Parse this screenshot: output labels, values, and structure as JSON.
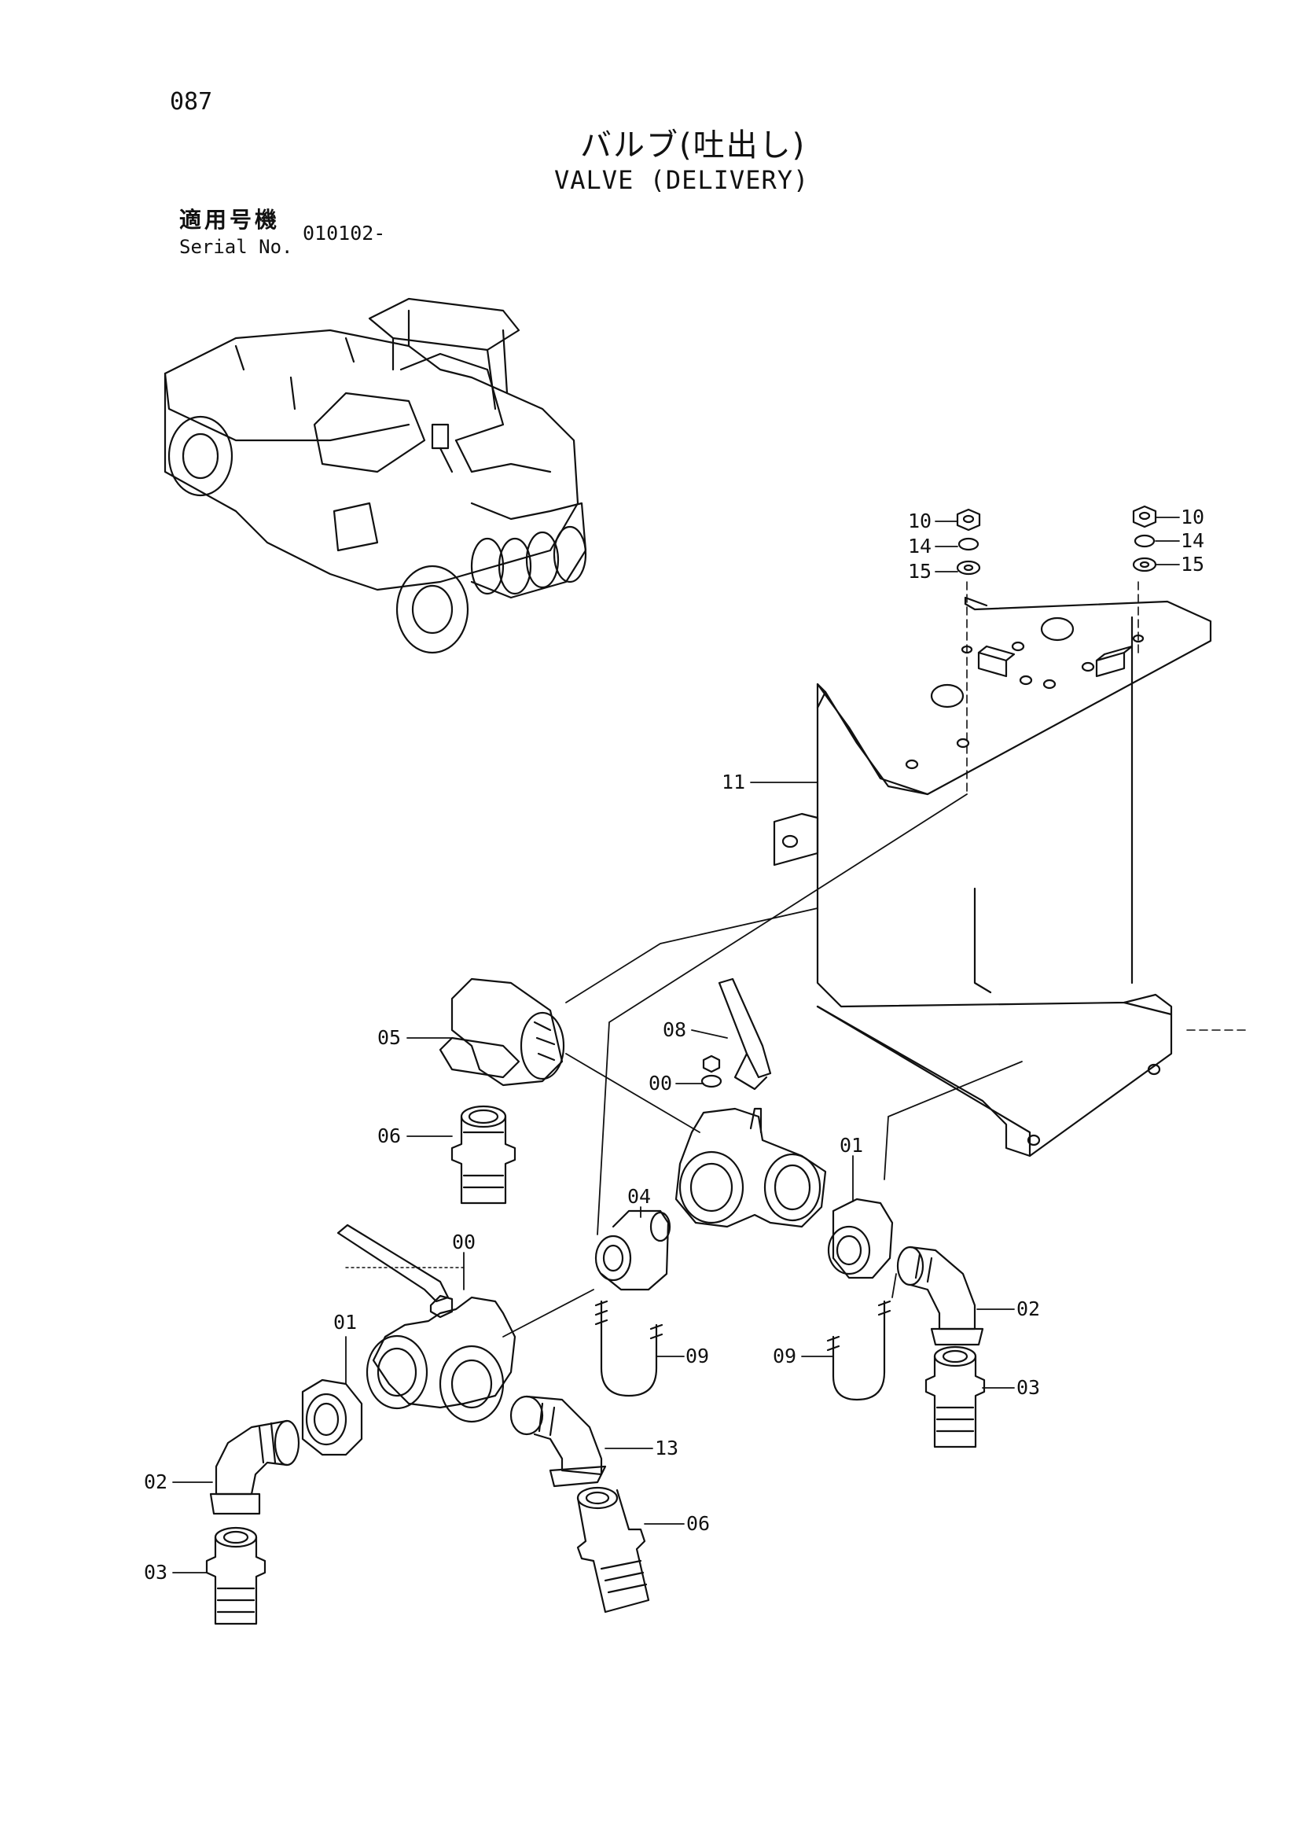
{
  "header": {
    "page_number": "087",
    "title_jp": "バルブ(吐出し)",
    "title_en": "VALVE (DELIVERY)",
    "serial_label_jp": "適用号機",
    "serial_label_en": "Serial No.",
    "serial_value": "010102-"
  },
  "callouts": {
    "c10_left": "10",
    "c14_left": "14",
    "c15_left": "15",
    "c10_right": "10",
    "c14_right": "14",
    "c15_right": "15",
    "c11": "11",
    "c05": "05",
    "c06_left": "06",
    "c08": "08",
    "c00_upper": "00",
    "c04": "04",
    "c01_right": "01",
    "c00_lower": "00",
    "c01_left": "01",
    "c02_right": "02",
    "c03_right": "03",
    "c09_left": "09",
    "c09_right": "09",
    "c02_left": "02",
    "c03_left": "03",
    "c13": "13",
    "c06_lower": "06"
  }
}
